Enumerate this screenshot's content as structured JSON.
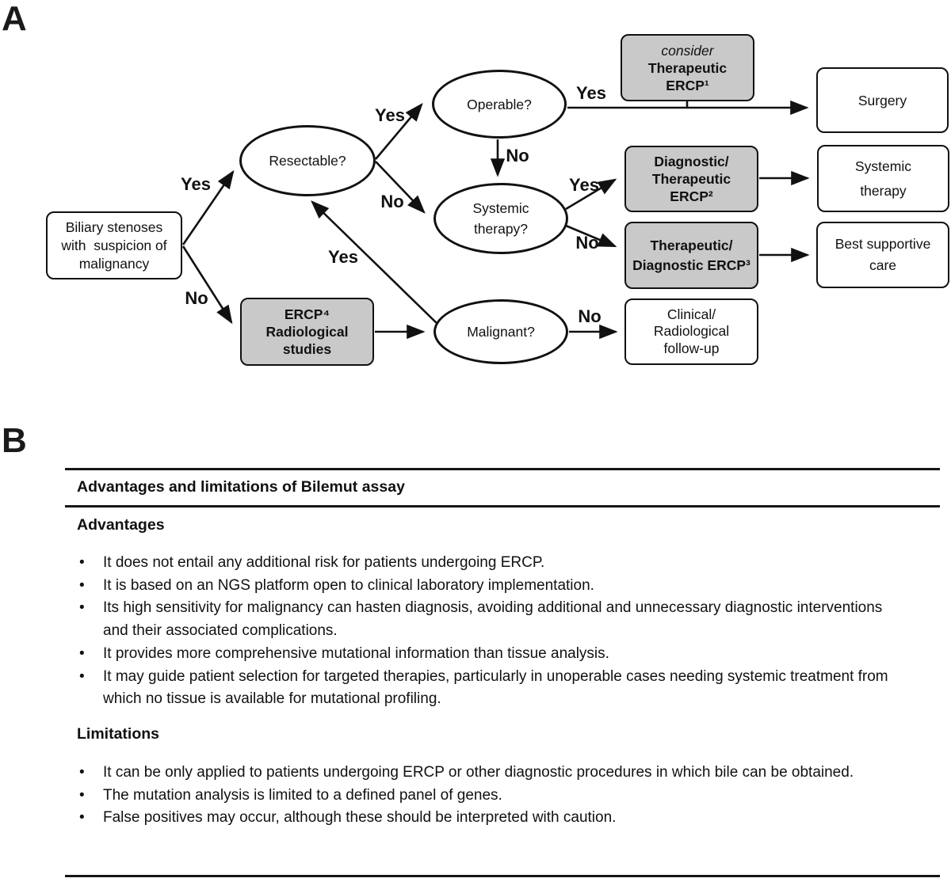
{
  "panelA": {
    "label": "A",
    "nodes": {
      "start": {
        "lines": [
          "Biliary stenoses",
          "with  suspicion of",
          "malignancy"
        ]
      },
      "resectable": {
        "label": "Resectable?"
      },
      "operable": {
        "label": "Operable?"
      },
      "consider_ercp": {
        "lines": [
          "consider",
          "Therapeutic",
          "ERCP¹"
        ]
      },
      "surgery": {
        "label": "Surgery"
      },
      "systemic_question": {
        "lines": [
          "Systemic",
          "therapy?"
        ]
      },
      "diagnostic_therapeutic_ercp": {
        "lines": [
          "Diagnostic/",
          "Therapeutic",
          "ERCP²"
        ]
      },
      "systemic_therapy": {
        "lines": [
          "Systemic",
          "therapy"
        ]
      },
      "therapeutic_diagnostic_ercp": {
        "lines": [
          "Therapeutic/",
          "Diagnostic ERCP³"
        ]
      },
      "best_supportive_care": {
        "lines": [
          "Best supportive",
          "care"
        ]
      },
      "ercp_radiological": {
        "lines": [
          "ERCP⁴",
          "Radiological",
          "studies"
        ]
      },
      "malignant": {
        "label": "Malignant?"
      },
      "followup": {
        "lines": [
          "Clinical/",
          "Radiological",
          "follow-up"
        ]
      }
    },
    "edge_labels": {
      "yes_to_resectable": "Yes",
      "no_to_ercp4": "No",
      "yes_to_operable": "Yes",
      "no_to_systemic_question": "No",
      "yes_to_surgery": "Yes",
      "no_operable_down": "No",
      "yes_to_diag_ercp": "Yes",
      "no_to_ther_ercp": "No",
      "yes_malignant_to_resectable": "Yes",
      "no_to_followup": "No"
    }
  },
  "panelB": {
    "label": "B",
    "table_title": "Advantages and limitations of Bilemut assay",
    "advantages": {
      "heading": "Advantages",
      "items": [
        "It does not entail any additional risk for patients undergoing ERCP.",
        "It is based on an NGS platform open to clinical laboratory implementation.",
        "Its high sensitivity for malignancy can hasten diagnosis, avoiding additional and unnecessary diagnostic interventions and their associated complications.",
        "It provides more comprehensive mutational information than tissue analysis.",
        "It may guide patient selection for targeted therapies, particularly in unoperable cases needing systemic treatment from which no tissue is available for mutational profiling."
      ]
    },
    "limitations": {
      "heading": "Limitations",
      "items": [
        "It can be only applied to patients undergoing ERCP or other diagnostic procedures in which bile can be obtained.",
        "The mutation analysis is limited to a defined panel of genes.",
        "False positives may occur, although these should be interpreted with caution."
      ]
    }
  },
  "colors": {
    "node_gray": "#c9c9c9",
    "ink": "#111111",
    "background": "#ffffff"
  }
}
